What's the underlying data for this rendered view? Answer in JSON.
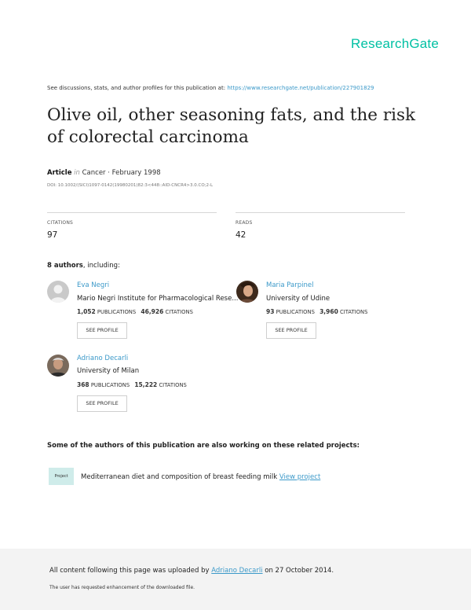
{
  "brand": "ResearchGate",
  "discussion": {
    "text": "See discussions, stats, and author profiles for this publication at: ",
    "url": "https://www.researchgate.net/publication/227901829"
  },
  "title": "Olive oil, other seasoning fats, and the risk of colorectal carcinoma",
  "meta": {
    "type": "Article",
    "in": "in",
    "journal": "Cancer · February 1998",
    "doi": "DOI: 10.1002/(SICI)1097-0142(19980201)82:3<448::AID-CNCR4>3.0.CO;2-L"
  },
  "stats": {
    "citations_label": "CITATIONS",
    "citations_value": "97",
    "reads_label": "READS",
    "reads_value": "42"
  },
  "authors_heading": {
    "count": "8 authors",
    "rest": ", including:"
  },
  "authors": [
    {
      "name": "Eva Negri",
      "institution": "Mario Negri Institute for Pharmacological Rese...",
      "publications": "1,052",
      "publications_label": "PUBLICATIONS",
      "citations": "46,926",
      "citations_label": "CITATIONS",
      "button": "SEE PROFILE"
    },
    {
      "name": "Maria Parpinel",
      "institution": "University of Udine",
      "publications": "93",
      "publications_label": "PUBLICATIONS",
      "citations": "3,960",
      "citations_label": "CITATIONS",
      "button": "SEE PROFILE"
    },
    {
      "name": "Adriano Decarli",
      "institution": "University of Milan",
      "publications": "368",
      "publications_label": "PUBLICATIONS",
      "citations": "15,222",
      "citations_label": "CITATIONS",
      "button": "SEE PROFILE"
    }
  ],
  "projects": {
    "heading": "Some of the authors of this publication are also working on these related projects:",
    "items": [
      {
        "icon_label": "Project",
        "title": "Mediterranean diet and composition of breast feeding milk ",
        "link": "View project"
      }
    ]
  },
  "footer": {
    "line1_pre": "All content following this page was uploaded by ",
    "uploader": "Adriano Decarli",
    "line1_post": " on 27 October 2014.",
    "line2": "The user has requested enhancement of the downloaded file."
  },
  "colors": {
    "brand": "#00c0a3",
    "link": "#3b99c9",
    "project_icon": "#cfecea",
    "footer_bg": "#f3f3f3"
  }
}
